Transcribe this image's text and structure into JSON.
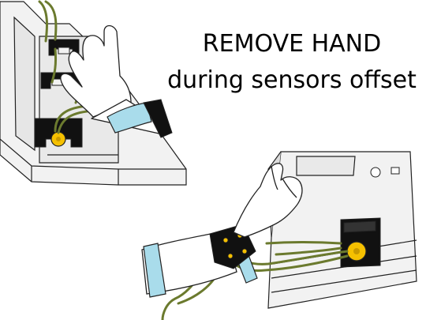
{
  "caption": {
    "line1": "REMOVE HAND",
    "line2": "during sensors offset"
  },
  "colors": {
    "background": "#ffffff",
    "outline": "#222222",
    "machine_fill": "#f2f2f2",
    "machine_shade": "#dcdcdc",
    "block_fill": "#111111",
    "sensor_yellow": "#f5c000",
    "cable_green": "#6b7a2e",
    "wristband_blue": "#a9dceb",
    "glove_white": "#ffffff"
  },
  "icons": {
    "top_left": "hand-on-sensor-illustration",
    "bottom_right": "hand-removed-illustration"
  }
}
